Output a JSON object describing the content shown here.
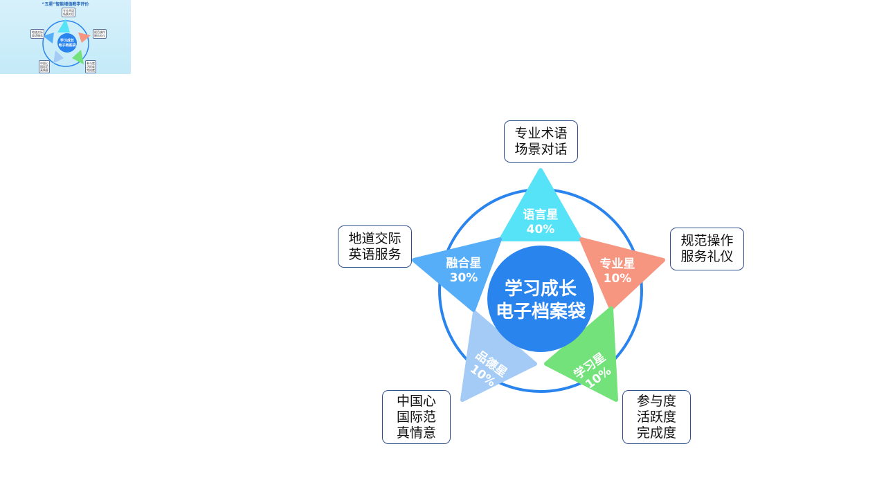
{
  "thumbnail": {
    "title": "“五星”智能增值教学评价",
    "center": "学生成长\n电子档案袋",
    "boxes": [
      "专业术语\n场景对话",
      "规范操作\n服务礼仪",
      "参与度\n活跃度\n完成度",
      "中国心\n国际范\n真情意",
      "地道交际\n英语服务"
    ]
  },
  "center": {
    "line1": "学习成长",
    "line2": "电子档案袋",
    "color": "#2a84ee"
  },
  "ring_color": "#2a84ee",
  "stars": [
    {
      "name": "语言星",
      "percent": "40%",
      "color": "#56e3f7",
      "box": "专业术语\n场景对话"
    },
    {
      "name": "专业星",
      "percent": "10%",
      "color": "#f79680",
      "box": "规范操作\n服务礼仪"
    },
    {
      "name": "学习星",
      "percent": "10%",
      "color": "#73e27a",
      "box": "参与度\n活跃度\n完成度"
    },
    {
      "name": "品德星",
      "percent": "10%",
      "color": "#a3cbf6",
      "box": "中国心\n国际范\n真情意"
    },
    {
      "name": "融合星",
      "percent": "30%",
      "color": "#57aef8",
      "box": "地道交际\n英语服务"
    }
  ]
}
